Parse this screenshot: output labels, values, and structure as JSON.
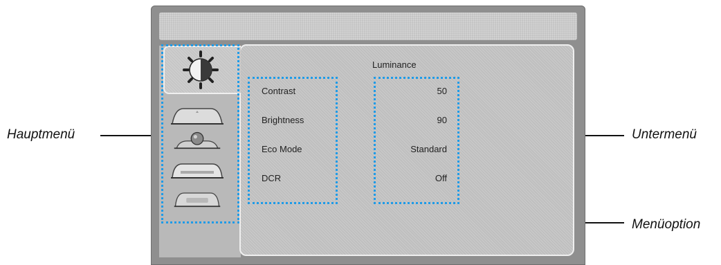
{
  "callouts": {
    "main_menu": "Hauptmenü",
    "sub_menu": "Untermenü",
    "menu_option": "Menüoption"
  },
  "osd": {
    "section_title": "Luminance",
    "active_tab_icon": "brightness-sun-icon",
    "tabs": [
      {
        "icon": "brightness-sun-icon",
        "active": true
      },
      {
        "icon": "image-setup-icon",
        "active": false
      },
      {
        "icon": "color-temp-icon",
        "active": false
      },
      {
        "icon": "osd-setup-icon",
        "active": false
      },
      {
        "icon": "extra-icon",
        "active": false
      }
    ],
    "options": [
      {
        "label": "Contrast",
        "value": "50"
      },
      {
        "label": "Brightness",
        "value": "90"
      },
      {
        "label": "Eco Mode",
        "value": "Standard"
      },
      {
        "label": "DCR",
        "value": "Off"
      }
    ]
  },
  "colors": {
    "dotted_frame": "#1e9be8",
    "osd_frame": "#8f8f8f",
    "panel": "#bfbfbf"
  }
}
